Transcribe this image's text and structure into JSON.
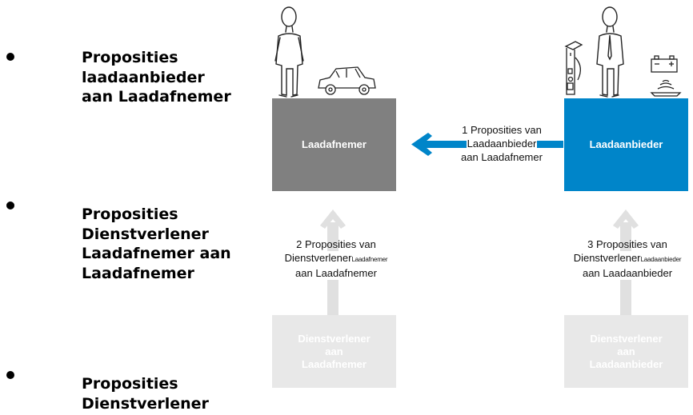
{
  "bullets": [
    {
      "text": "Proposities laadaanbieder aan Laadafnemer"
    },
    {
      "text": "Proposities Dienstverlener Laadafnemer aan Laadafnemer"
    },
    {
      "text": "Proposities Dienstverlener"
    }
  ],
  "diagram": {
    "laadafnemer_box": "Laadafnemer",
    "laadaanbieder_box": "Laadaanbieder",
    "dv_laadafnemer_box": [
      "Dienstverlener",
      "aan",
      "Laadafnemer"
    ],
    "dv_laadaanbieder_box": [
      "Dienstverlener",
      "aan",
      "Laadaanbieder"
    ],
    "caption1": [
      "1 Proposities van",
      "Laadaanbieder",
      "aan Laadafnemer"
    ],
    "caption2": {
      "line1": "2 Proposities van",
      "line2": "Dienstverlener",
      "line2_sub": "Laadafnemer",
      "line3": "aan Laadafnemer"
    },
    "caption3": {
      "line1": "3 Proposities van",
      "line2": "Dienstverlener",
      "line2_sub": "Laadaanbieder",
      "line3": "aan Laadaanbieder"
    },
    "colors": {
      "gray_box": "#808080",
      "blue_box": "#0085c9",
      "light_box": "#e8e8e8",
      "light_arrow": "#e0e0e0",
      "blue_arrow": "#0085c9"
    },
    "icons": [
      "person-icon",
      "car-icon",
      "charging-pole-icon",
      "battery-icon",
      "wireless-charger-icon"
    ]
  }
}
